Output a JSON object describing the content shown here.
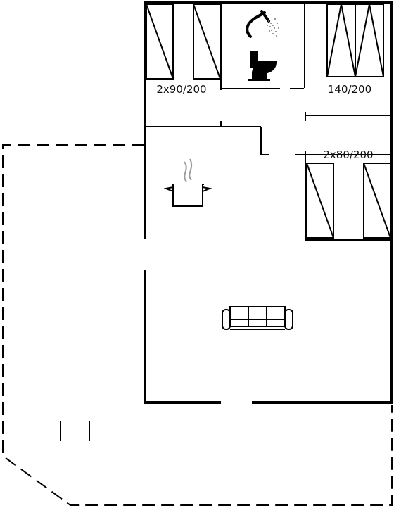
{
  "colors": {
    "wall": "#000000",
    "background": "#ffffff",
    "steam": "#9a9a9a"
  },
  "rooms": {
    "bedroom_left": {
      "bed_label": "2x90/200",
      "beds": 2
    },
    "bedroom_right_top": {
      "bed_label": "140/200",
      "beds": 1
    },
    "bedroom_right_middle": {
      "bed_label": "2x80/200",
      "beds": 2
    },
    "bathroom": {
      "icons": [
        "shower-icon",
        "toilet-icon"
      ]
    },
    "kitchen": {
      "icons": [
        "cooking-pot-icon"
      ]
    },
    "living_room": {
      "icons": [
        "sofa-icon"
      ]
    },
    "terrace": {
      "icons": []
    }
  }
}
